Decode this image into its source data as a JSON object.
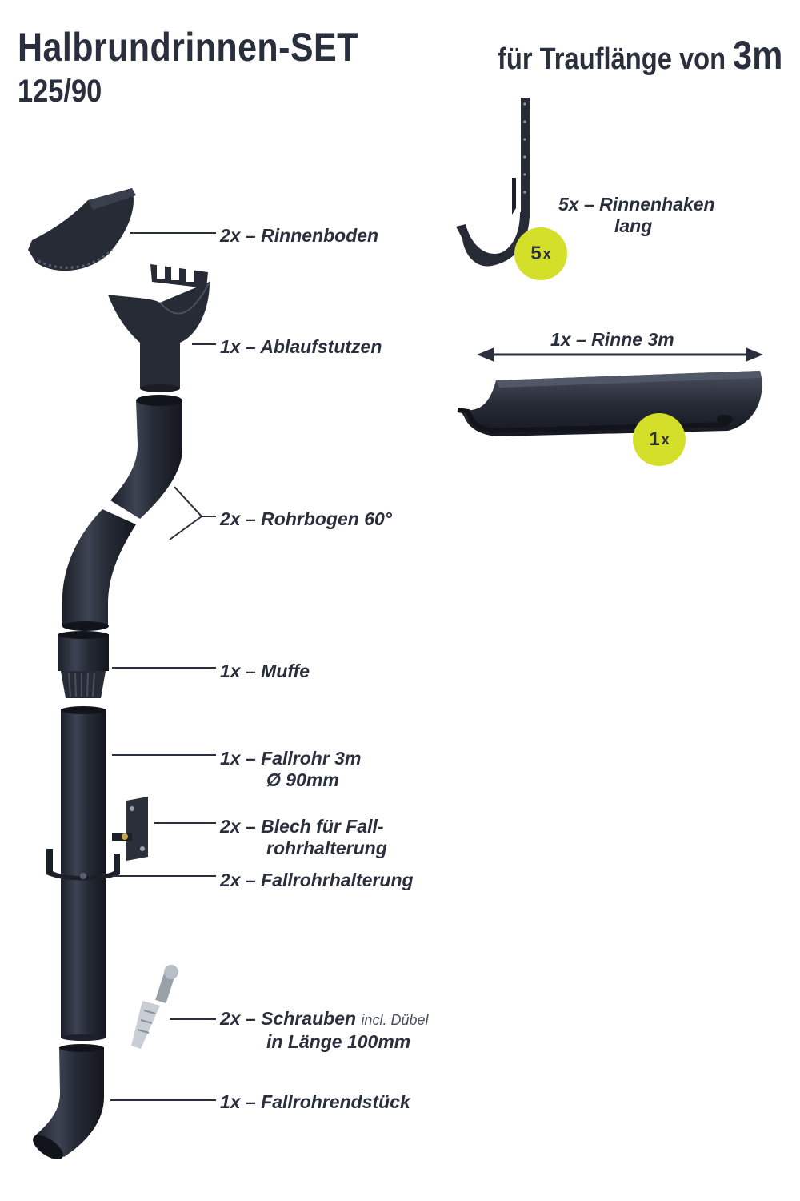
{
  "header": {
    "title": "Halbrundrinnen-SET",
    "subtitle": "125/90",
    "right_prefix": "für Trauflänge von",
    "right_value": "3m"
  },
  "parts": [
    {
      "qty": "2x",
      "name": "Rinnenboden"
    },
    {
      "qty": "1x",
      "name": "Ablaufstutzen"
    },
    {
      "qty": "2x",
      "name": "Rohrbogen 60°"
    },
    {
      "qty": "1x",
      "name": "Muffe"
    },
    {
      "qty": "1x",
      "name": "Fallrohr 3m",
      "line2": "Ø 90mm"
    },
    {
      "qty": "2x",
      "name": "Blech für Fall-",
      "line2": "rohrhalterung"
    },
    {
      "qty": "2x",
      "name": "Fallrohrhalterung"
    },
    {
      "qty": "2x",
      "name": "Schrauben",
      "note": "incl. Dübel",
      "line2": "in Länge 100mm"
    },
    {
      "qty": "1x",
      "name": "Fallrohrendstück"
    }
  ],
  "right_parts": {
    "hook": {
      "qty": "5x",
      "name": "Rinnenhaken",
      "line2": "lang",
      "badge_num": "5",
      "badge_x": "x"
    },
    "gutter": {
      "qty": "1x",
      "name": "Rinne 3m",
      "badge_num": "1",
      "badge_x": "x"
    }
  },
  "colors": {
    "metal": "#262b36",
    "text": "#2a2f3e",
    "badge": "#d4df2a"
  }
}
